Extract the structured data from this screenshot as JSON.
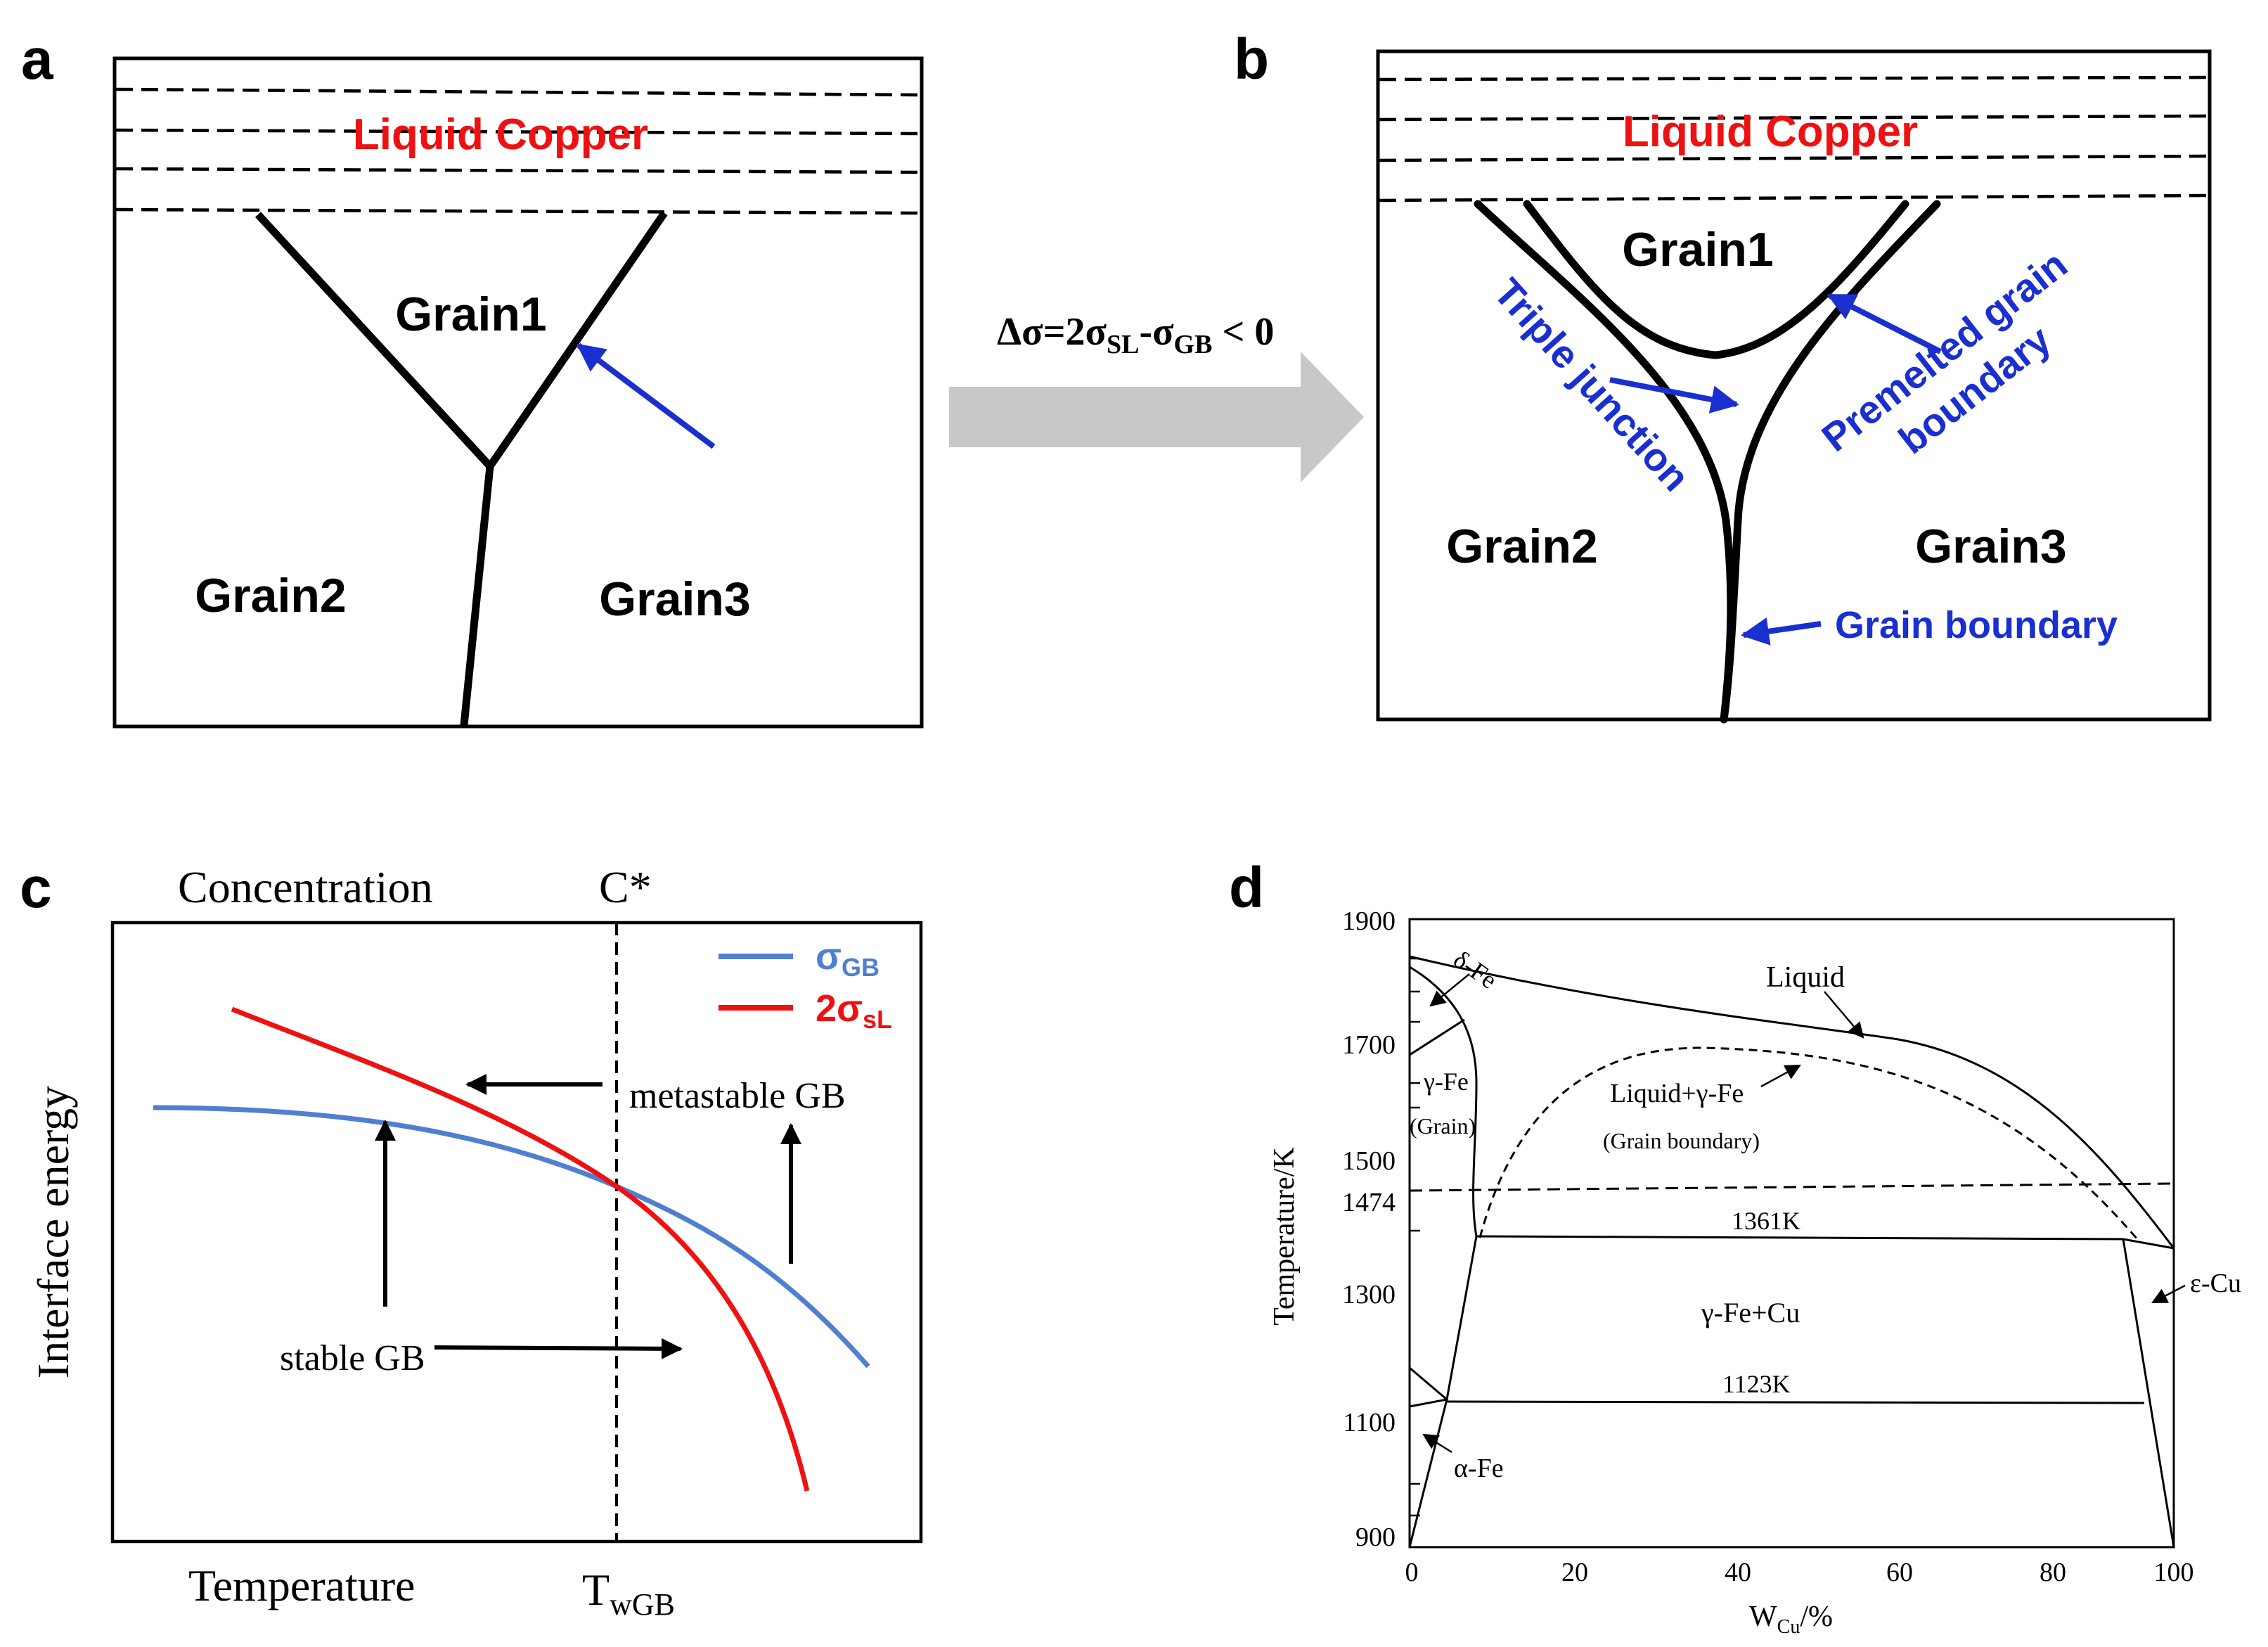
{
  "panel_a": {
    "letter": "a",
    "liquid_label": "Liquid Copper",
    "grain1": "Grain1",
    "grain2": "Grain2",
    "grain3": "Grain3"
  },
  "transition": {
    "condition_prefix": "Δσ=2σ",
    "condition_sub1": "SL",
    "condition_mid": "-σ",
    "condition_sub2": "GB",
    "condition_suffix": " < 0"
  },
  "panel_b": {
    "letter": "b",
    "liquid_label": "Liquid Copper",
    "grain1": "Grain1",
    "grain2": "Grain2",
    "grain3": "Grain3",
    "triple_junction": "Triple junction",
    "premelted_line1": "Premelted grain",
    "premelted_line2": "boundary",
    "grain_boundary": "Grain boundary"
  },
  "panel_c": {
    "letter": "c",
    "top_label": "Concentration",
    "c_star": "C*",
    "ylabel": "Interface energy",
    "xlabel": "Temperature",
    "twgb_main": "T",
    "twgb_sub": "wGB",
    "legend": {
      "gb_main": "σ",
      "gb_sub": "GB",
      "sl_main": "2σ",
      "sl_sub": "sL"
    },
    "metastable": "metastable GB",
    "stable": "stable GB",
    "colors": {
      "gb": "#4f7fd0",
      "sl": "#ee1111"
    }
  },
  "panel_d": {
    "letter": "d",
    "ylabel": "Temperature/K",
    "xlabel_main": "W",
    "xlabel_sub": "Cu",
    "xlabel_unit": "/%",
    "yticks": [
      "1900",
      "1700",
      "1500",
      "1474",
      "1300",
      "1100",
      "900"
    ],
    "xticks": [
      "0",
      "20",
      "40",
      "60",
      "80",
      "100"
    ],
    "labels": {
      "delta_fe": "δ-Fe",
      "liquid": "Liquid",
      "liquid_gamma": "Liquid+γ-Fe",
      "grain_boundary": "(Grain boundary)",
      "gamma_fe": "γ-Fe",
      "grain": "(Grain)",
      "t1361": "1361K",
      "gamma_cu": "γ-Fe+Cu",
      "t1123": "1123K",
      "epsilon_cu": "ε-Cu",
      "alpha_fe": "α-Fe"
    }
  },
  "colors": {
    "blue": "#1a2fd0",
    "red": "#ee1111",
    "gray": "#c8c8c8"
  }
}
